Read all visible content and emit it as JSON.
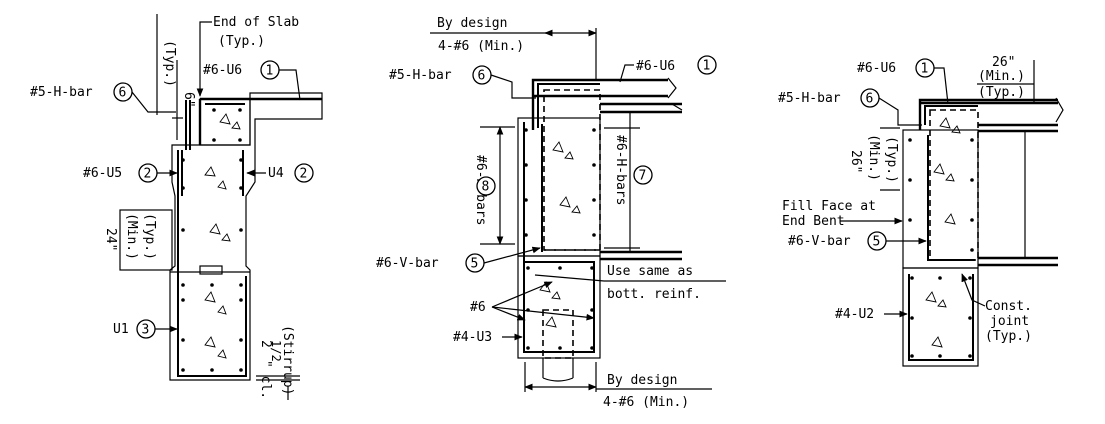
{
  "left": {
    "typ_dim": "(Typ.)",
    "end_of_slab": "End of Slab",
    "end_of_slab_typ": "(Typ.)",
    "six_in": "6\"",
    "h_bar": "#5-H-bar",
    "h_bar_num": "6",
    "u6": "#6-U6",
    "u6_num": "1",
    "u5": "#6-U5",
    "u5_num": "2",
    "u4": "U4",
    "u4_num": "2",
    "min_24": "24\"",
    "min_label": "(Min.)",
    "typ_label": "(Typ.)",
    "u1": "U1",
    "u1_num": "3",
    "cl_val": "2",
    "cl_frac": "1/2",
    "cl_text": "\" cl.",
    "stirrup": "(Stirrup)"
  },
  "middle": {
    "by_design_top": "By design",
    "min_top": "4-#6 (Min.)",
    "u6": "#6-U6",
    "u6_num": "1",
    "h_bar": "#5-H-bar",
    "h_bar_num": "6",
    "h_bars_left": "#6-H-bars",
    "h_bars_left_num": "8",
    "h_bars_right": "#6-H-bars",
    "h_bars_right_num": "7",
    "v_bar": "#6-V-bar",
    "v_bar_num": "5",
    "use_same": "Use same as",
    "bott_reinf": "bott. reinf.",
    "six": "#6",
    "u3": "#4-U3",
    "by_design_bot": "By design",
    "min_bot": "4-#6 (Min.)"
  },
  "right": {
    "u6": "#6-U6",
    "u6_num": "1",
    "dim_26_top": "26\"",
    "min_top": "(Min.)",
    "typ_top": "(Typ.)",
    "h_bar": "#5-H-bar",
    "h_bar_num": "6",
    "dim_26_side": "26\"",
    "min_side": "(Min.)",
    "typ_side": "(Typ.)",
    "fill_face_1": "Fill Face at",
    "fill_face_2": "End Bent",
    "v_bar": "#6-V-bar",
    "v_bar_num": "5",
    "u2": "#4-U2",
    "const_1": "Const.",
    "const_2": "joint",
    "const_3": "(Typ.)"
  }
}
